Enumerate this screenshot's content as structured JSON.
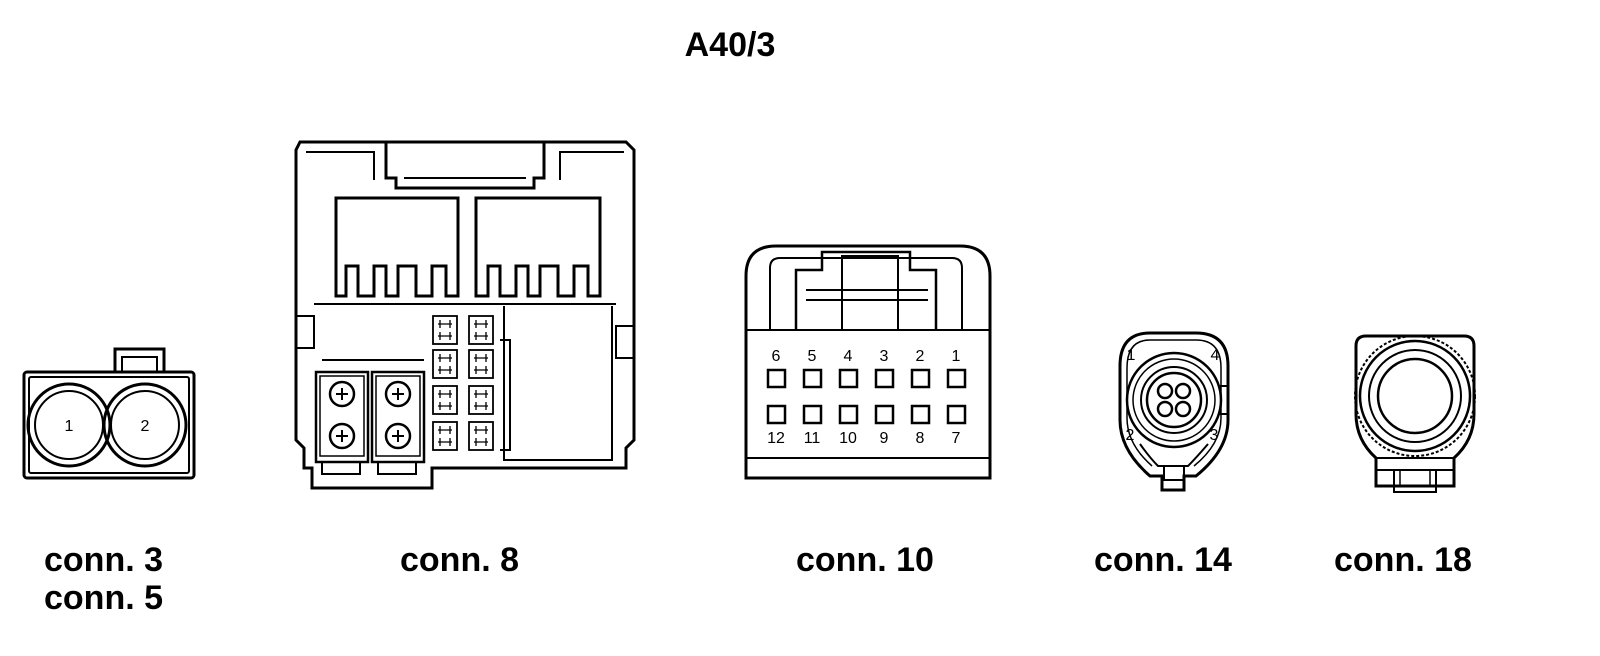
{
  "title": "A40/3",
  "connectors": {
    "c3": {
      "caption_1": "conn. 3",
      "caption_2": "conn. 5",
      "pins": [
        "1",
        "2"
      ]
    },
    "c8": {
      "caption": "conn. 8"
    },
    "c10": {
      "caption": "conn. 10",
      "top_pins": [
        "6",
        "5",
        "4",
        "3",
        "2",
        "1"
      ],
      "bottom_pins": [
        "12",
        "11",
        "10",
        "9",
        "8",
        "7"
      ]
    },
    "c14": {
      "caption": "conn. 14",
      "pins": [
        "1",
        "4",
        "2",
        "3"
      ]
    },
    "c18": {
      "caption": "conn. 18"
    }
  }
}
